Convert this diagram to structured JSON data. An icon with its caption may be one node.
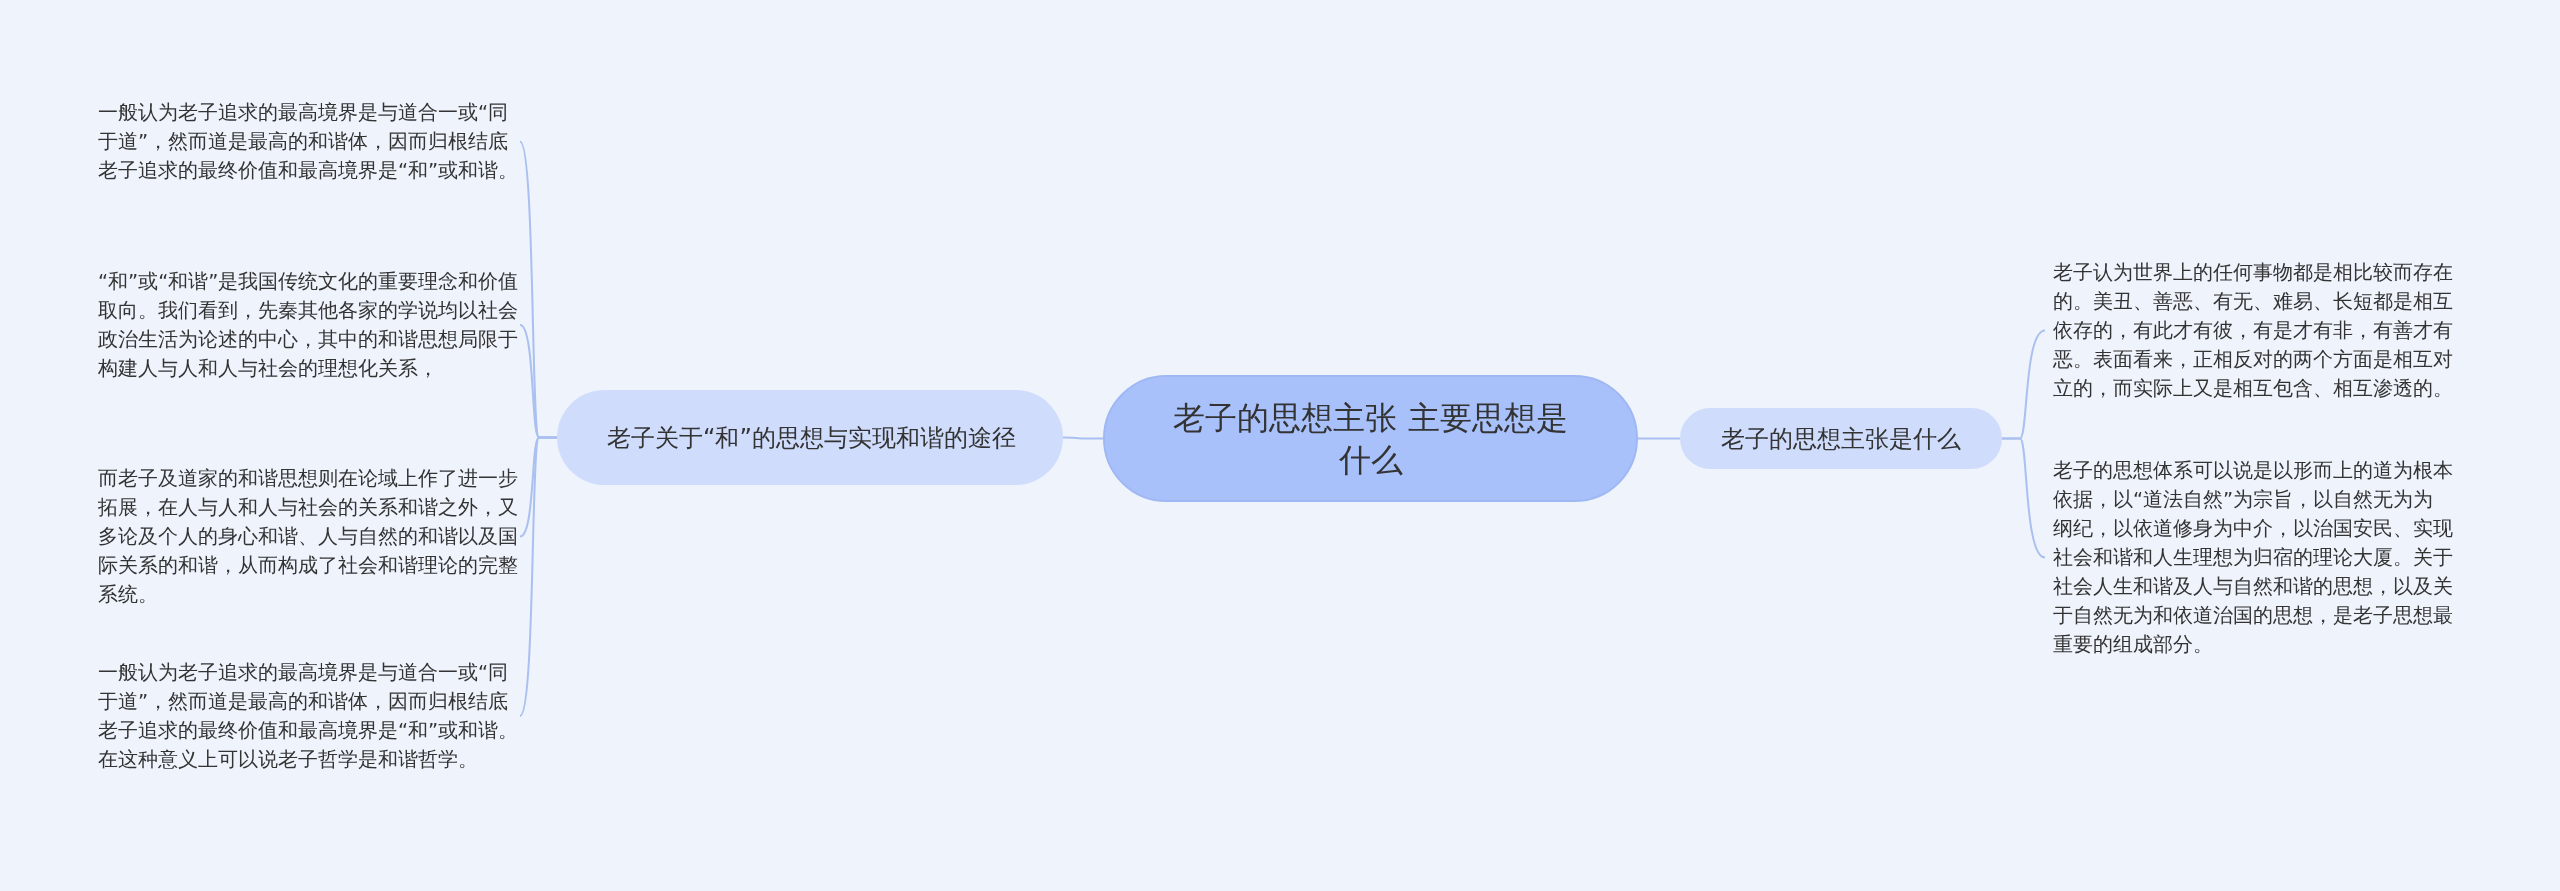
{
  "diagram": {
    "nodes": [
      {
        "text": [
          "老子的思想主张 主要思想是什么"
        ]
      },
      {
        "text": [
          "老子关于“和”的思想与实现和谐的途径"
        ]
      },
      {
        "text": [
          "老子的思想主张是什么"
        ]
      },
      {
        "text": [
          "一般认为老子追求的最高境界是与道合一或“同于道”，然而道是最高的和谐体，因而归根结底老子追求的最终价值和最高境界是“和”或和谐。"
        ]
      },
      {
        "text": [
          "“和”或“和谐”是我国传统文化的重要理念和价值取向。我们看到，先秦其他各家的学说均以社会政治生活为论述的中心，其中的和谐思想局限于构建人与人和人与社会的理想化关系，"
        ]
      },
      {
        "text": [
          "而老子及道家的和谐思想则在论域上作了进一步拓展，在人与人和人与社会的关系和谐之外，又多论及个人的身心和谐、人与自然的和谐以及国际关系的和谐，从而构成了社会和谐理论的完整系统。"
        ]
      },
      {
        "text": [
          "一般认为老子追求的最高境界是与道合一或“同于道”，然而道是最高的和谐体，因而归根结底老子追求的最终价值和最高境界是“和”或和谐。在这种意义上可以说老子哲学是和谐哲学。"
        ]
      },
      {
        "text": [
          "老子认为世界上的任何事物都是相比较而存在的。美丑、善恶、有无、难易、长短都是相互依存的，有此才有彼，有是才有非，有善才有恶。表面看来，正相反对的两个方面是相互对立的，而实际上又是相互包含、相互渗透的。"
        ]
      },
      {
        "text": [
          "老子的思想体系可以说是以形而上的道为根本依据，以“道法自然”为宗旨，以自然无为为纲纪，以依道修身为中介，以治国安民、实现社会和谐和人生理想为归宿的理论大厦。关于社会人生和谐及人与自然和谐的思想，以及关于自然无为和依道治国的思想，是老子思想最重要的组成部分。"
        ]
      }
    ],
    "edges": [
      {
        "from": 0,
        "to": 1,
        "arrow": "none"
      },
      {
        "from": 0,
        "to": 2,
        "arrow": "none"
      },
      {
        "from": 1,
        "to": 3,
        "arrow": "none"
      },
      {
        "from": 1,
        "to": 4,
        "arrow": "none"
      },
      {
        "from": 1,
        "to": 5,
        "arrow": "none"
      },
      {
        "from": 1,
        "to": 6,
        "arrow": "none"
      },
      {
        "from": 2,
        "to": 7,
        "arrow": "none"
      },
      {
        "from": 2,
        "to": 8,
        "arrow": "none"
      }
    ]
  }
}
